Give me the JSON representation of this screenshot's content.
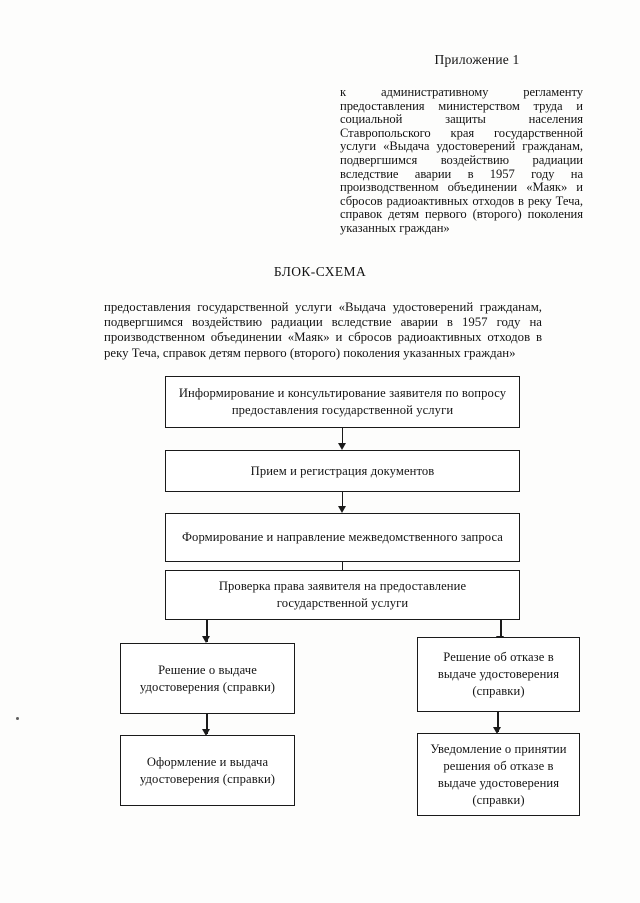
{
  "document": {
    "appendix_label": "Приложение 1",
    "appendix_reference": "к административному регламенту предоставления министерством труда и социальной защиты населения Ставропольского края государственной услуги «Выдача удостоверений гражданам, подвергшимся воздействию радиации вследствие аварии в 1957 году на производственном объединении «Маяк» и сбросов радиоактивных отходов в реку Теча, справок детям первого (второго) поколения указанных граждан»",
    "scheme_title": "БЛОК-СХЕМА",
    "scheme_subtitle": "предоставления государственной услуги «Выдача удостоверений гражданам, подвергшимся воздействию радиации вследствие аварии в 1957 году на производственном объединении «Маяк» и сбросов радиоактивных отходов в реку Теча, справок детям первого (второго) поколения указанных граждан»"
  },
  "flowchart": {
    "type": "flowchart",
    "orientation": "top-down",
    "nodes": [
      {
        "id": "n1",
        "label": "Информирование и консультирование заявителя по вопросу предоставления государственной услуги"
      },
      {
        "id": "n2",
        "label": "Прием и регистрация документов"
      },
      {
        "id": "n3",
        "label": "Формирование и направление межведомственного запроса"
      },
      {
        "id": "n4",
        "label": "Проверка права заявителя на предоставление государственной услуги"
      },
      {
        "id": "n5",
        "label": "Решение о выдаче удостоверения (справки)"
      },
      {
        "id": "n6",
        "label": "Решение об отказе в выдаче удостоверения (справки)"
      },
      {
        "id": "n7",
        "label": "Оформление и выдача удостоверения (справки)"
      },
      {
        "id": "n8",
        "label": "Уведомление о принятии решения об отказе в выдаче удостоверения (справки)"
      }
    ],
    "edges": [
      {
        "from": "n1",
        "to": "n2"
      },
      {
        "from": "n2",
        "to": "n3"
      },
      {
        "from": "n3",
        "to": "n4"
      },
      {
        "from": "n4",
        "to": "n5"
      },
      {
        "from": "n4",
        "to": "n6"
      },
      {
        "from": "n5",
        "to": "n7"
      },
      {
        "from": "n6",
        "to": "n8"
      }
    ]
  },
  "colors": {
    "page_background": "#fdfdfc",
    "text": "#141414",
    "box_border": "#1a1a1a"
  }
}
